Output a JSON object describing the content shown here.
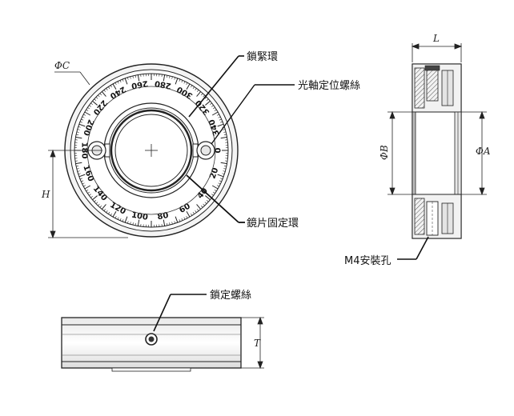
{
  "labels": {
    "lock_ring": "鎖緊環",
    "shaft_set_screw": "光軸定位螺絲",
    "lens_fix_ring": "鏡片固定環",
    "m4_holes": "M4安裝孔",
    "lock_screw": "鎖定螺絲"
  },
  "dimensions": {
    "c": "ΦC",
    "h": "H",
    "l": "L",
    "b": "ΦB",
    "a": "ΦA",
    "t": "T"
  },
  "dial": {
    "label_values": [
      "0",
      "20",
      "40",
      "60",
      "80",
      "100",
      "120",
      "140",
      "160",
      "180",
      "200",
      "220",
      "240",
      "260",
      "280",
      "300",
      "320",
      "340"
    ]
  },
  "colors": {
    "line": "#222222",
    "leader": "#111111",
    "shade": "#cfcfcf",
    "dark": "#555555"
  },
  "icons": {
    "screw": "screw-head-icon",
    "cross": "center-cross-icon"
  }
}
